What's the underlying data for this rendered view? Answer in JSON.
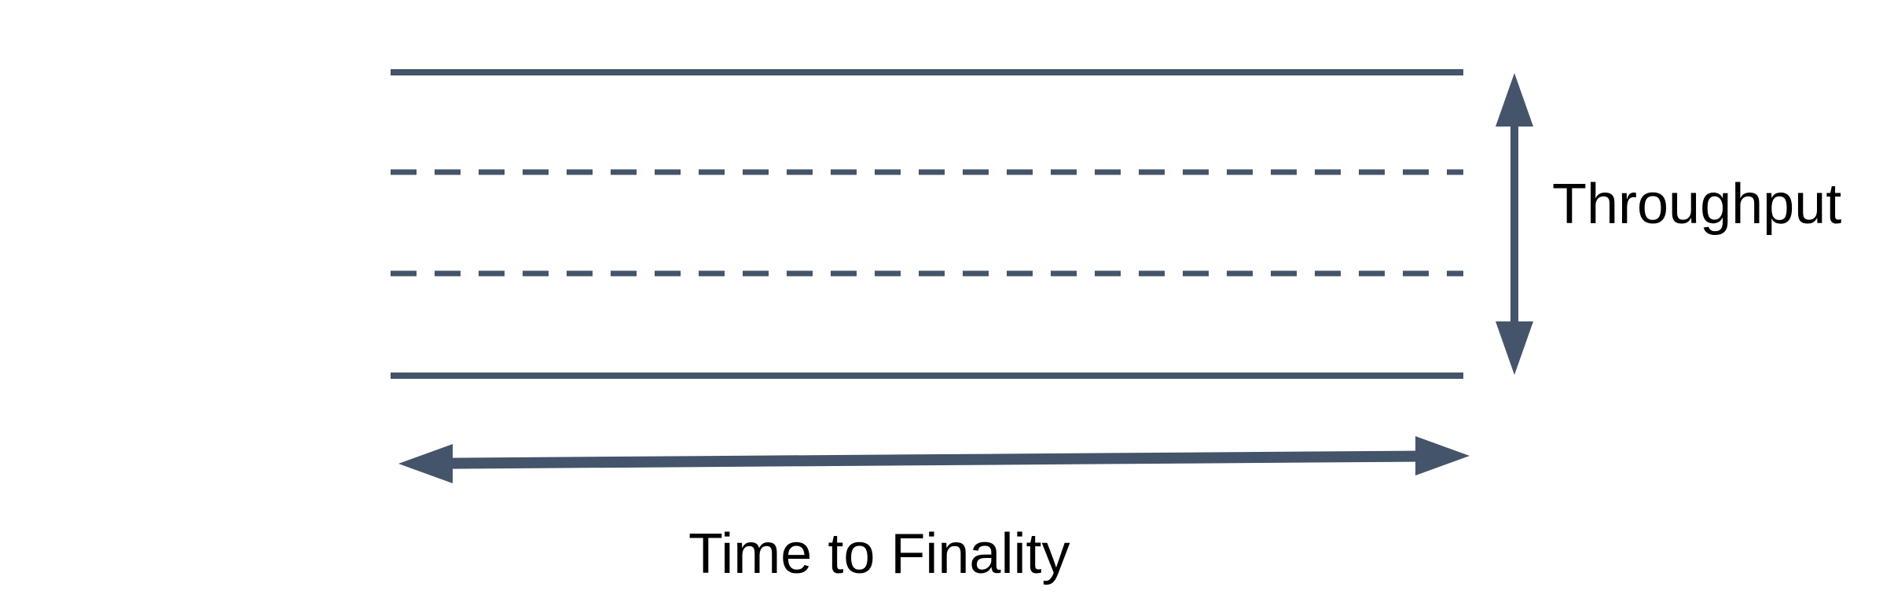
{
  "diagram": {
    "type": "annotated-band-diagram",
    "background_color": "#ffffff",
    "shape_color": "#44546a",
    "text_color": "#000000",
    "band": {
      "lines": [
        {
          "position": "top-boundary",
          "style": "solid"
        },
        {
          "position": "inner-divider-1",
          "style": "dashed"
        },
        {
          "position": "inner-divider-2",
          "style": "dashed"
        },
        {
          "position": "bottom-boundary",
          "style": "solid"
        }
      ]
    },
    "arrows": [
      {
        "id": "vertical-extent",
        "orientation": "vertical",
        "heads": "both",
        "measures": "Throughput"
      },
      {
        "id": "horizontal-extent",
        "orientation": "horizontal",
        "heads": "both",
        "measures": "Time to Finality"
      }
    ],
    "labels": {
      "throughput": "Throughput",
      "time_to_finality": "Time to Finality"
    }
  }
}
